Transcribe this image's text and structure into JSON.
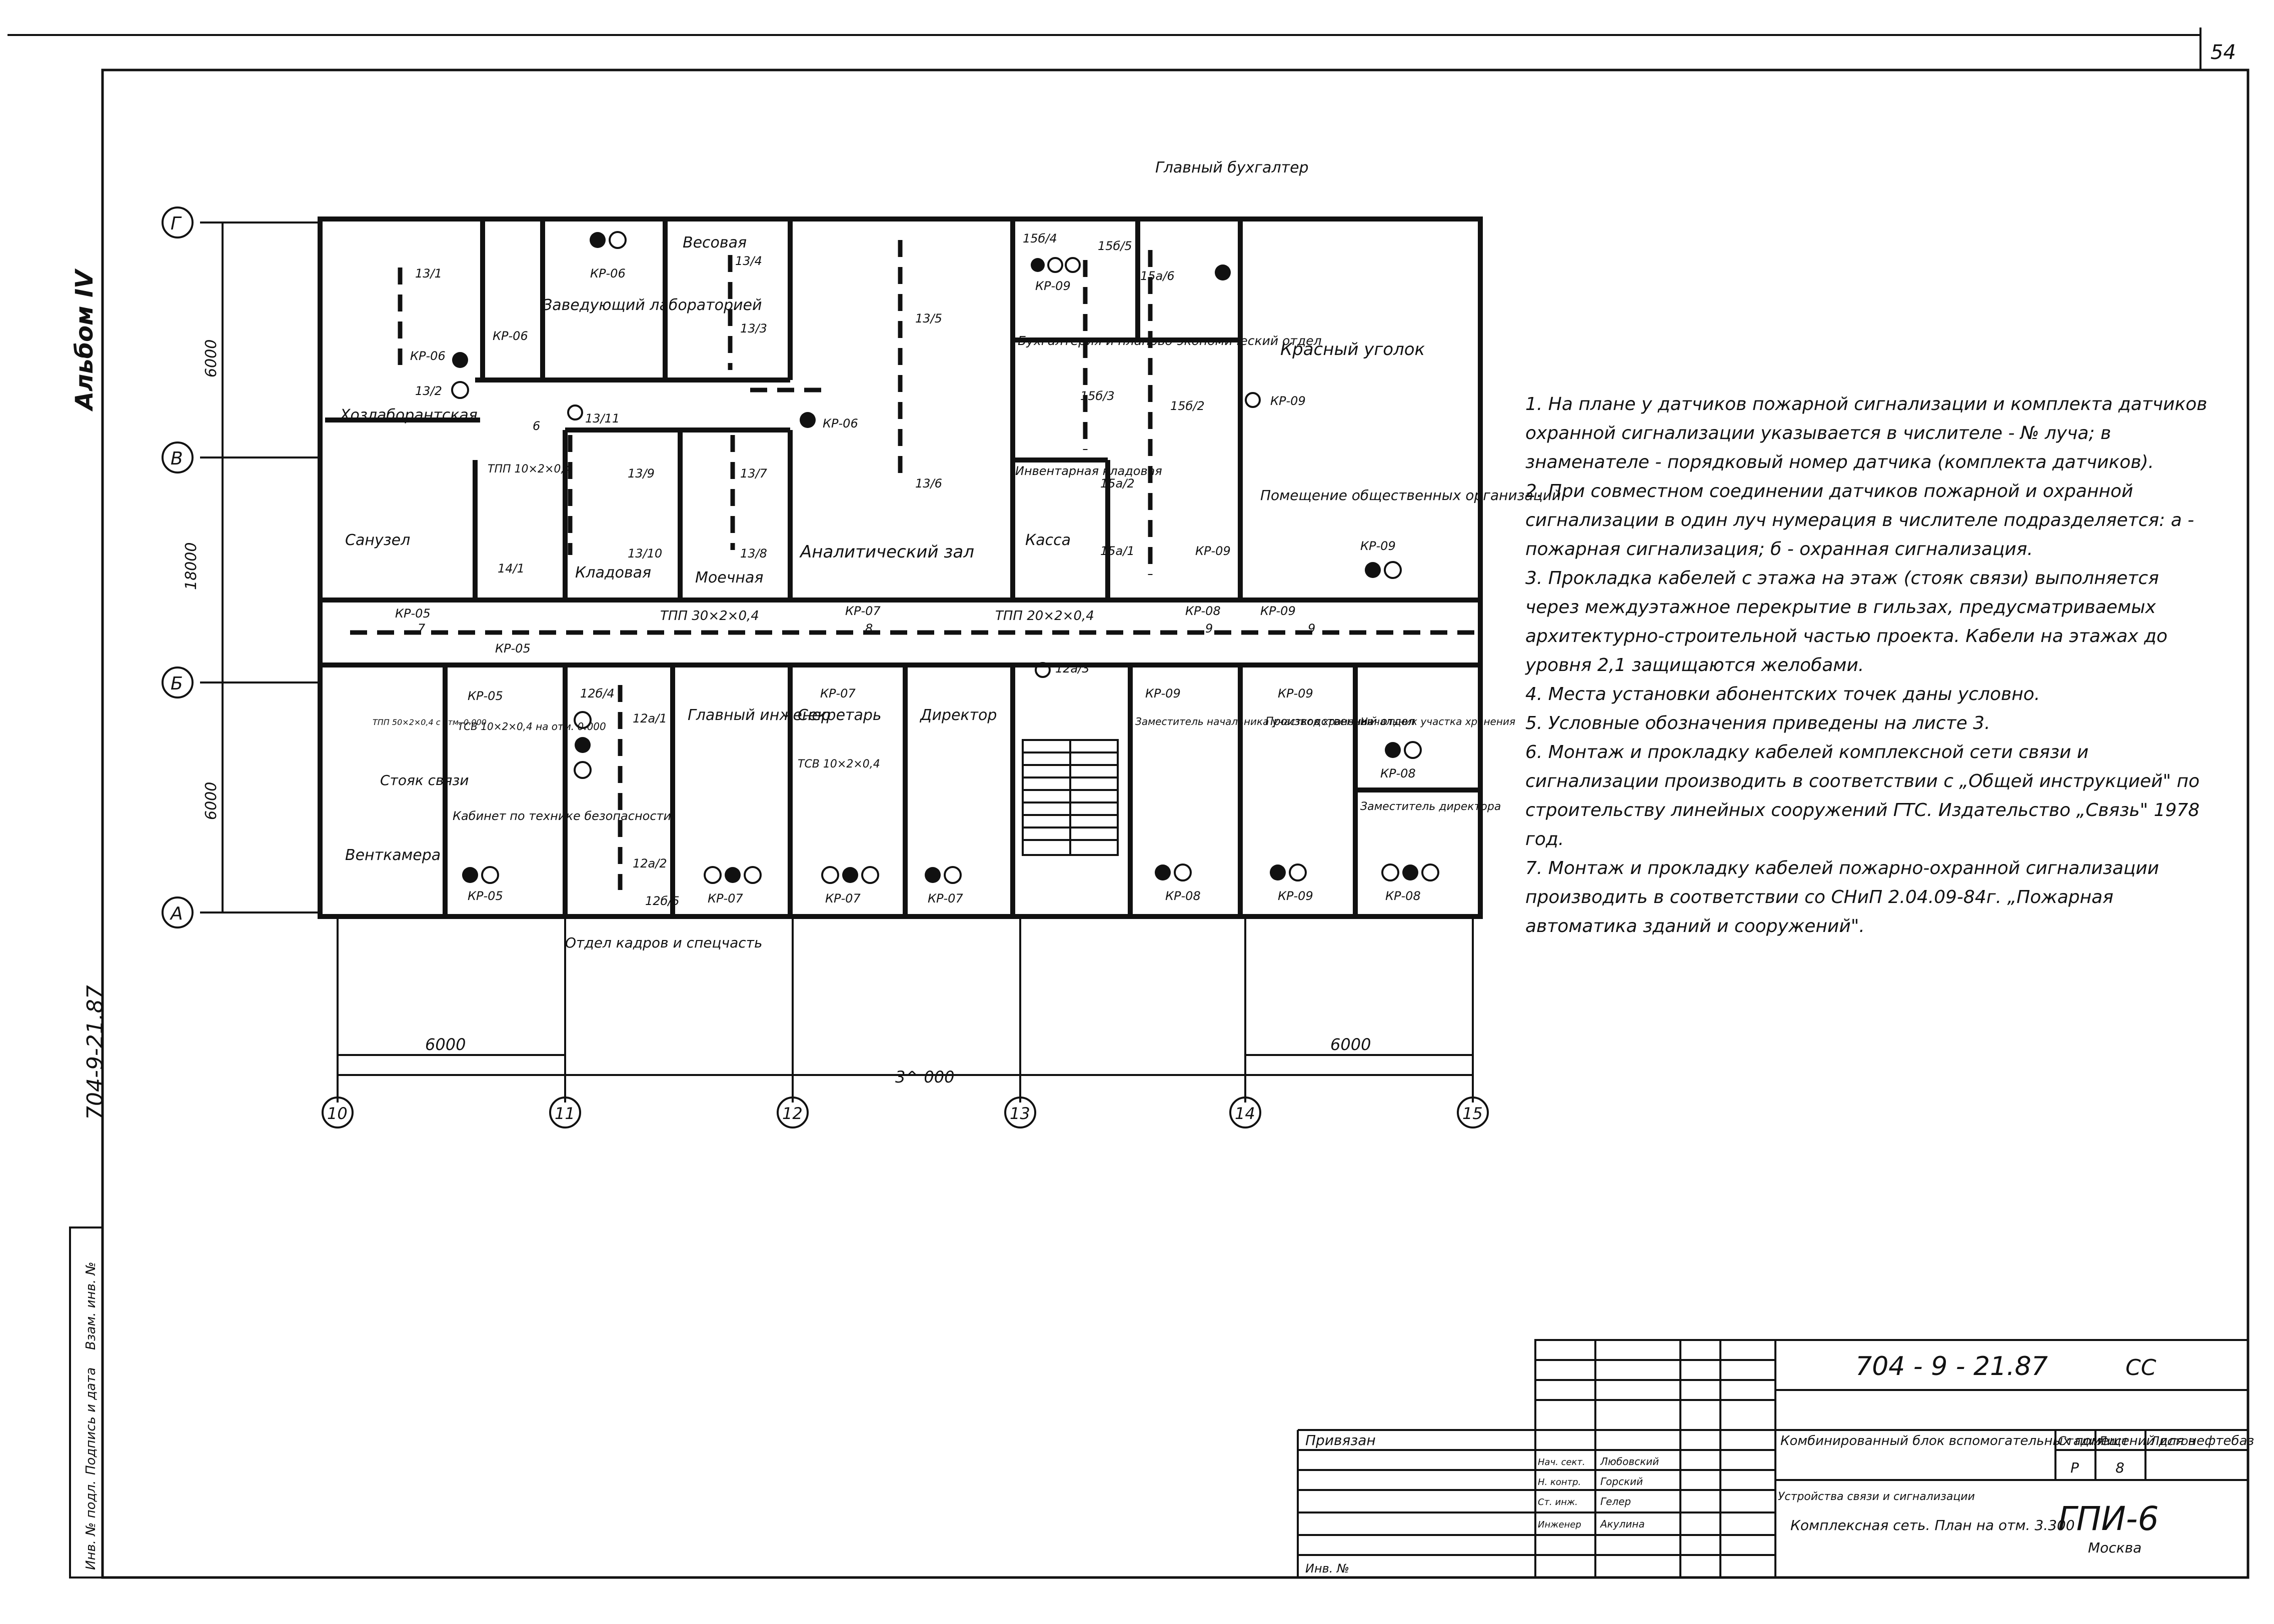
{
  "sheet_number": "54",
  "album": "Альбом IV",
  "side_code": "704-9-21.87",
  "side_stamp": [
    "Инв. № подл.",
    "Подпись и дата",
    "Взам. инв. №"
  ],
  "axes": {
    "rows": [
      "Г",
      "В",
      "Б",
      "А"
    ],
    "columns": [
      "10",
      "11",
      "12",
      "13",
      "14",
      "15"
    ]
  },
  "dimensions": {
    "left_vertical": [
      "6000",
      "18000",
      "6000"
    ],
    "bottom": [
      "6000",
      "3^ 000",
      "6000"
    ]
  },
  "rooms": [
    {
      "name": "Хозлаборантская"
    },
    {
      "name": "Заведующий лабораторией"
    },
    {
      "name": "Весовая"
    },
    {
      "name": "Бухгалтерия и планово-экономический отдел"
    },
    {
      "name": "Главный бухгалтер"
    },
    {
      "name": "Красный уголок"
    },
    {
      "name": "Санузел"
    },
    {
      "name": "Кладовая"
    },
    {
      "name": "Моечная"
    },
    {
      "name": "Аналитический зал"
    },
    {
      "name": "Инвентарная кладовая"
    },
    {
      "name": "Касса"
    },
    {
      "name": "Помещение общественных организаций"
    },
    {
      "name": "Стояк связи"
    },
    {
      "name": "Кабинет по технике безопасности"
    },
    {
      "name": "Венткамера"
    },
    {
      "name": "Главный инженер"
    },
    {
      "name": "Секретарь"
    },
    {
      "name": "Директор"
    },
    {
      "name": "Заместитель начальника участков хранения"
    },
    {
      "name": "Производственный отдел"
    },
    {
      "name": "Начальник участка хранения"
    },
    {
      "name": "Заместитель директора"
    },
    {
      "name": "Отдел кадров и спецчасть"
    }
  ],
  "cables": [
    {
      "label": "ТПП 30×2×0,4"
    },
    {
      "label": "ТПП 20×2×0,4"
    },
    {
      "label": "ТПП 10×2×0,4"
    },
    {
      "label": "ТПП 50×2×0,4 с отм. 0.000"
    },
    {
      "label": "ТСВ 10×2×0,4 на отм. 0.000"
    },
    {
      "label": "ТСВ 10×2×0,4"
    }
  ],
  "boxes": [
    "КР-05",
    "КР-06",
    "КР-07",
    "КР-08",
    "КР-09"
  ],
  "numbers": [
    "13/1",
    "13/2",
    "13/3",
    "13/4",
    "13/5",
    "13/6",
    "13/7",
    "13/8",
    "13/9",
    "13/10",
    "13/11",
    "12а/1",
    "12а/2",
    "12а/3",
    "12б/4",
    "12б/5",
    "14/1",
    "15а/1",
    "15а/2",
    "15б/3",
    "15б/4",
    "15б/5",
    "15а/6",
    "15б/2",
    "7",
    "8",
    "9",
    "9",
    "6"
  ],
  "notes": [
    "1. На плане у датчиков пожарной сигнализации и комплекта датчиков охранной сигнализации указывается в числителе - № луча; в знаменателе - порядковый номер датчика (комплекта датчиков).",
    "2. При совместном соединении датчиков пожарной и охранной сигнализации в один луч нумерация в числителе подразделяется: а - пожарная сигнализация; б - охранная сигнализация.",
    "3. Прокладка кабелей с этажа на этаж (стояк связи) выполняется через междуэтажное перекрытие в гильзах, предусматриваемых архитектурно-строительной частью проекта. Кабели на этажах до уровня 2,1 защищаются желобами.",
    "4. Места установки абонентских точек даны условно.",
    "5. Условные обозначения приведены на листе 3.",
    "6. Монтаж и прокладку кабелей комплексной сети связи и сигнализации производить в соответствии с „Общей инструкцией\" по строительству линейных сооружений ГТС. Издательство „Связь\" 1978 год.",
    "7. Монтаж и прокладку кабелей пожарно-охранной сигнализации производить в соответствии со СНиП 2.04.09-84г. „Пожарная автоматика зданий и сооружений\"."
  ],
  "title_block": {
    "code": "704 - 9 - 21.87",
    "mark": "СС",
    "project": "Комбинированный блок вспомогательных помещений для нефтебаз",
    "section": "Устройства связи и сигнализации",
    "sheet_title": "Комплексная сеть. План на отм. 3.300",
    "privyazan": "Привязан",
    "inv": "Инв. №",
    "header": [
      "Стадия",
      "Лист",
      "Листов"
    ],
    "values": [
      "Р",
      "8",
      ""
    ],
    "org": "ГПИ-6",
    "city": "Москва",
    "signatures": [
      {
        "role": "Нач. сект.",
        "name": "Любовский"
      },
      {
        "role": "Н. контр.",
        "name": "Горский"
      },
      {
        "role": "Ст. инж.",
        "name": "Гелер"
      },
      {
        "role": "Инженер",
        "name": "Акулина"
      }
    ]
  }
}
